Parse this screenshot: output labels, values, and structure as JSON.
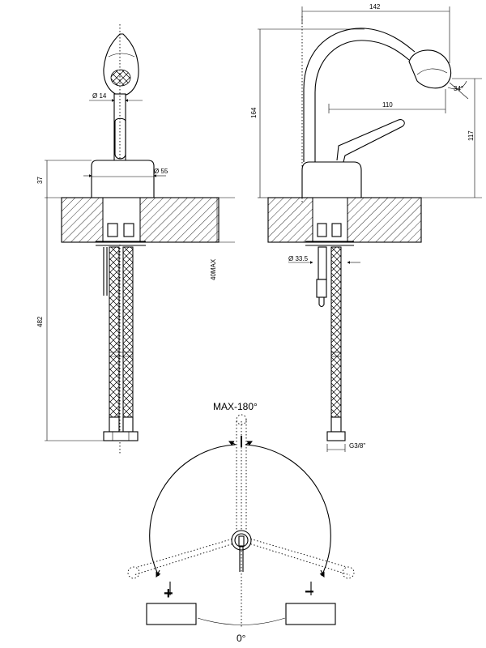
{
  "dimensions": {
    "pipe_dia": "Ø 14",
    "base_dia": "Ø 55",
    "base_height": "37",
    "hose_length": "482",
    "deck_max": "40MAX",
    "spout_reach": "142",
    "overall_height": "164",
    "lever_reach": "110",
    "outlet_height": "117",
    "outlet_angle": "34°",
    "shank_dia": "Ø 33.5",
    "thread": "G3/8\""
  },
  "rotation": {
    "max_label": "MAX-180°",
    "zero_label": "0°",
    "hot_symbol": "+",
    "cold_symbol": "−"
  },
  "colors": {
    "line": "#000000",
    "background": "#ffffff"
  }
}
